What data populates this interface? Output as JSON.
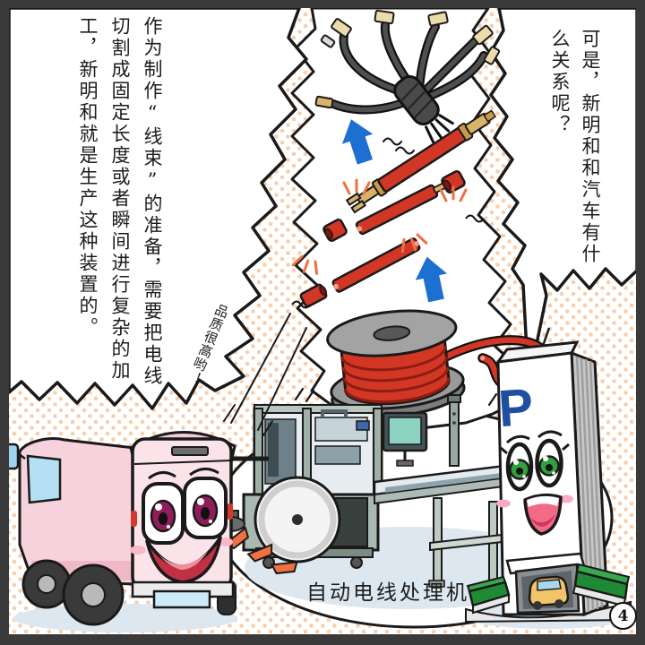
{
  "panel": {
    "page_number": "4",
    "bubbles": {
      "narration_left": {
        "columns": [
          "作为制作“线束”的准备，需要把电线",
          "切割成固定长度或者瞬间进行复杂的加",
          "工，新明和就是生产这种装置的。"
        ]
      },
      "question_right": {
        "columns": [
          "可是，新明和和汽车有什",
          "么关系呢？"
        ]
      },
      "truck_shout": "品质很高哟！"
    },
    "labels": {
      "machine_caption": "自动电线处理机",
      "building_sign": "P"
    },
    "colors": {
      "frame": "#3a3a3a",
      "dot_pattern": "#f7cfad",
      "wire_red": "#d23726",
      "arrow_blue": "#1d6fd1",
      "truck_pink": "#f6d3dc",
      "truck_eye_magenta": "#8f1d5c",
      "building_eye_green": "#2fa23e",
      "parking_sign_blue": "#1e4fa0",
      "emphasis_orange": "#ef7040"
    }
  }
}
